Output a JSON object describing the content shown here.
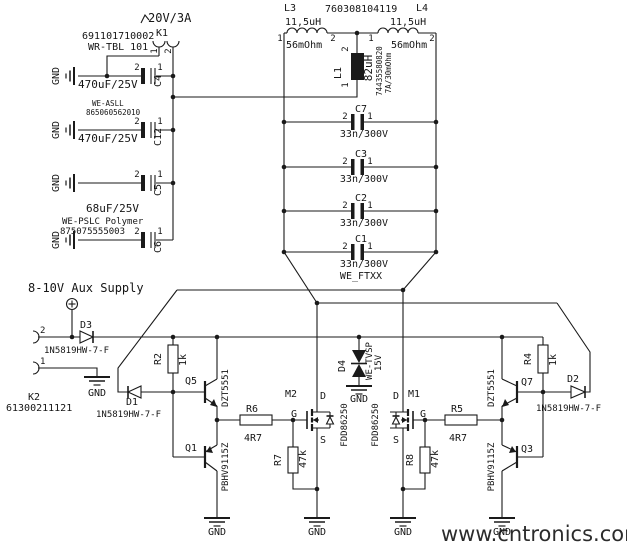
{
  "schematic": {
    "labels": {
      "gnd": "GND",
      "pin1": "1",
      "pin2": "2"
    },
    "power": {
      "main_flag": "20V/3A",
      "aux_flag": "8-10V Aux Supply"
    },
    "connectors": {
      "k1": {
        "ref": "K1",
        "part": "691101710002",
        "series": "WR-TBL 101"
      },
      "k2": {
        "ref": "K2",
        "part": "61300211121"
      }
    },
    "bulk_caps": {
      "c4": {
        "ref": "C4",
        "value": "470uF/25V"
      },
      "c12": {
        "ref": "C12",
        "value": "470uF/25V"
      },
      "c5": {
        "ref": "C5",
        "value": "68uF/25V"
      },
      "c6": {
        "ref": "C6"
      },
      "aluminum_series": "WE-ASLL",
      "aluminum_part": "865060562010",
      "polymer_series": "WE-PSLC Polymer",
      "polymer_part": "875075555003"
    },
    "coils": {
      "l3": {
        "ref": "L3",
        "value": "11,5uH",
        "resistance": "56mOhm"
      },
      "l4": {
        "ref": "L4",
        "value": "11,5uH",
        "resistance": "56mOhm"
      },
      "tx_coil_part": "760308104119",
      "l1": {
        "ref": "L1",
        "value": "82uH",
        "part": "74435580820",
        "rating": "7A/30mOhm"
      }
    },
    "tank_caps": {
      "series": "WE_FTXX",
      "caps": [
        {
          "ref": "C7",
          "value": "33n/300V"
        },
        {
          "ref": "C3",
          "value": "33n/300V"
        },
        {
          "ref": "C2",
          "value": "33n/300V"
        },
        {
          "ref": "C1",
          "value": "33n/300V"
        }
      ]
    },
    "diodes": {
      "d1": {
        "ref": "D1",
        "part": "1N5819HW-7-F"
      },
      "d2": {
        "ref": "D2",
        "part": "1N5819HW-7-F"
      },
      "d3": {
        "ref": "D3",
        "part": "1N5819HW-7-F"
      },
      "d4": {
        "ref": "D4",
        "series": "WE-TVSP",
        "value": "15V"
      }
    },
    "resistors": {
      "r2": {
        "ref": "R2",
        "value": "1k"
      },
      "r4": {
        "ref": "R4",
        "value": "1k"
      },
      "r5": {
        "ref": "R5",
        "value": "4R7"
      },
      "r6": {
        "ref": "R6",
        "value": "4R7"
      },
      "r7": {
        "ref": "R7",
        "value": "47k"
      },
      "r8": {
        "ref": "R8",
        "value": "47k"
      }
    },
    "transistors": {
      "q1": {
        "ref": "Q1",
        "part": "PBHV9115Z"
      },
      "q3": {
        "ref": "Q3",
        "part": "PBHV9115Z"
      },
      "q5": {
        "ref": "Q5",
        "part": "DZT5551"
      },
      "q7": {
        "ref": "Q7",
        "part": "DZT5551"
      },
      "m1": {
        "ref": "M1",
        "part": "FDD86250"
      },
      "m2": {
        "ref": "M2",
        "part": "FDD86250"
      }
    },
    "mosfet_pins": {
      "d": "D",
      "g": "G",
      "s": "S"
    }
  },
  "watermark": {
    "text": "www.cntronics.com",
    "color": "#9fd49f"
  }
}
